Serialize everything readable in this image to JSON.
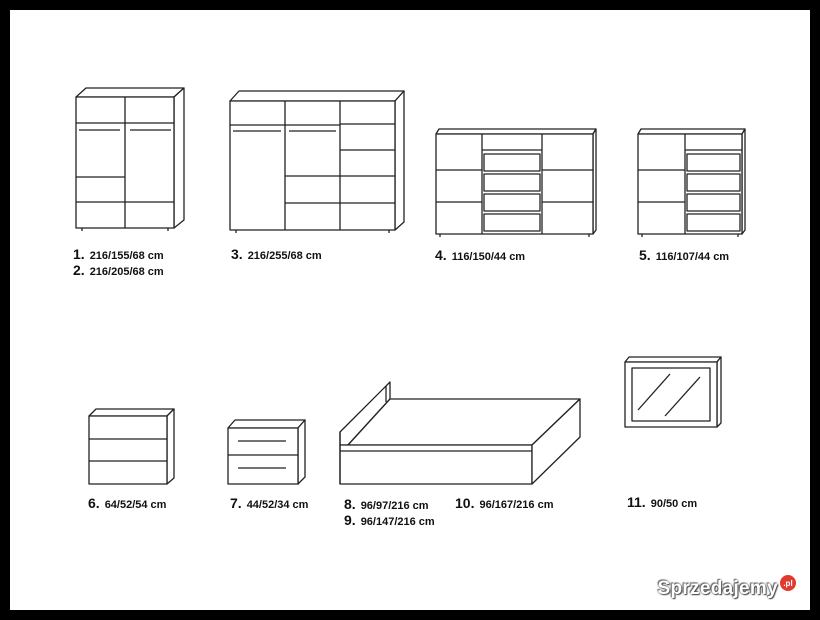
{
  "labels": {
    "l1": {
      "num": "1.",
      "dim": "216/155/68 cm"
    },
    "l2": {
      "num": "2.",
      "dim": "216/205/68 cm"
    },
    "l3": {
      "num": "3.",
      "dim": "216/255/68 cm"
    },
    "l4": {
      "num": "4.",
      "dim": "116/150/44 cm"
    },
    "l5": {
      "num": "5.",
      "dim": "116/107/44 cm"
    },
    "l6": {
      "num": "6.",
      "dim": "64/52/54 cm"
    },
    "l7": {
      "num": "7.",
      "dim": "44/52/34 cm"
    },
    "l8": {
      "num": "8.",
      "dim": "96/97/216 cm"
    },
    "l9": {
      "num": "9.",
      "dim": "96/147/216 cm"
    },
    "l10": {
      "num": "10.",
      "dim": "96/167/216 cm"
    },
    "l11": {
      "num": "11.",
      "dim": "90/50 cm"
    }
  },
  "watermark": {
    "text": "Sprzedajemy",
    "badge": ".pl"
  },
  "colors": {
    "line": "#222222",
    "paper": "#ffffff",
    "frame": "#000000",
    "badge": "#e03a2f"
  }
}
